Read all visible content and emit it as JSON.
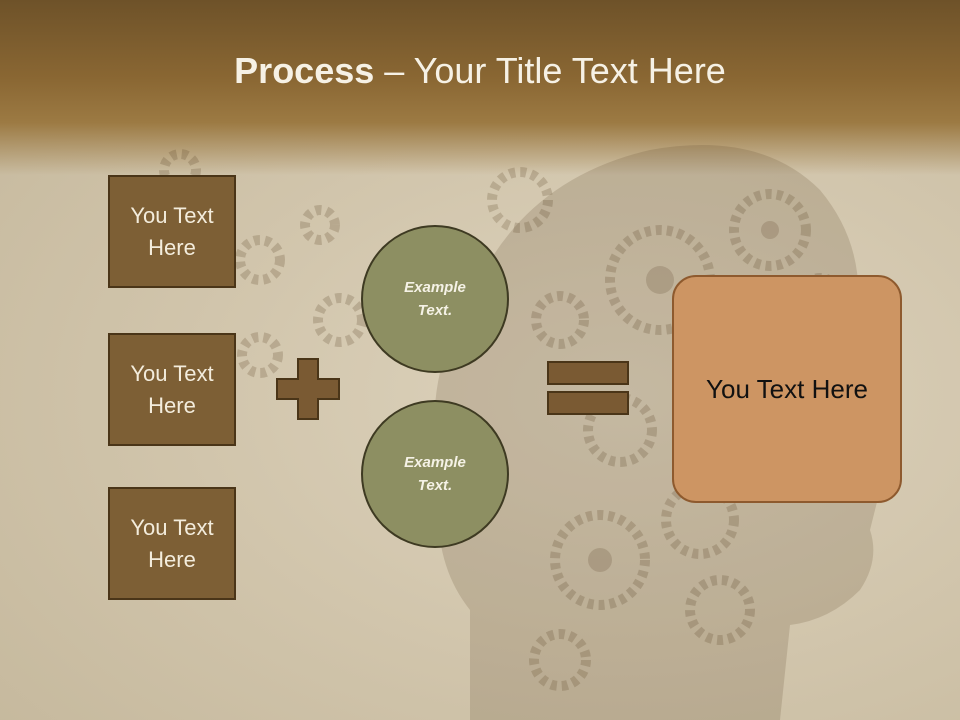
{
  "slide": {
    "title_bold": "Process",
    "title_rest": " – Your Title Text Here",
    "boxes": [
      "You Text Here",
      "You Text Here",
      "You Text Here"
    ],
    "circles": [
      "Example Text.",
      "Example Text."
    ],
    "result": "You Text Here"
  },
  "colors": {
    "header": "#8a6733",
    "box_fill": "#7d5f35",
    "circle_fill": "#8d8f62",
    "result_fill": "#cd9563",
    "operator_fill": "#7a5a33"
  },
  "icons": {
    "plus": "plus-icon",
    "equals": "equals-icon",
    "background": "gear-head-illustration"
  }
}
